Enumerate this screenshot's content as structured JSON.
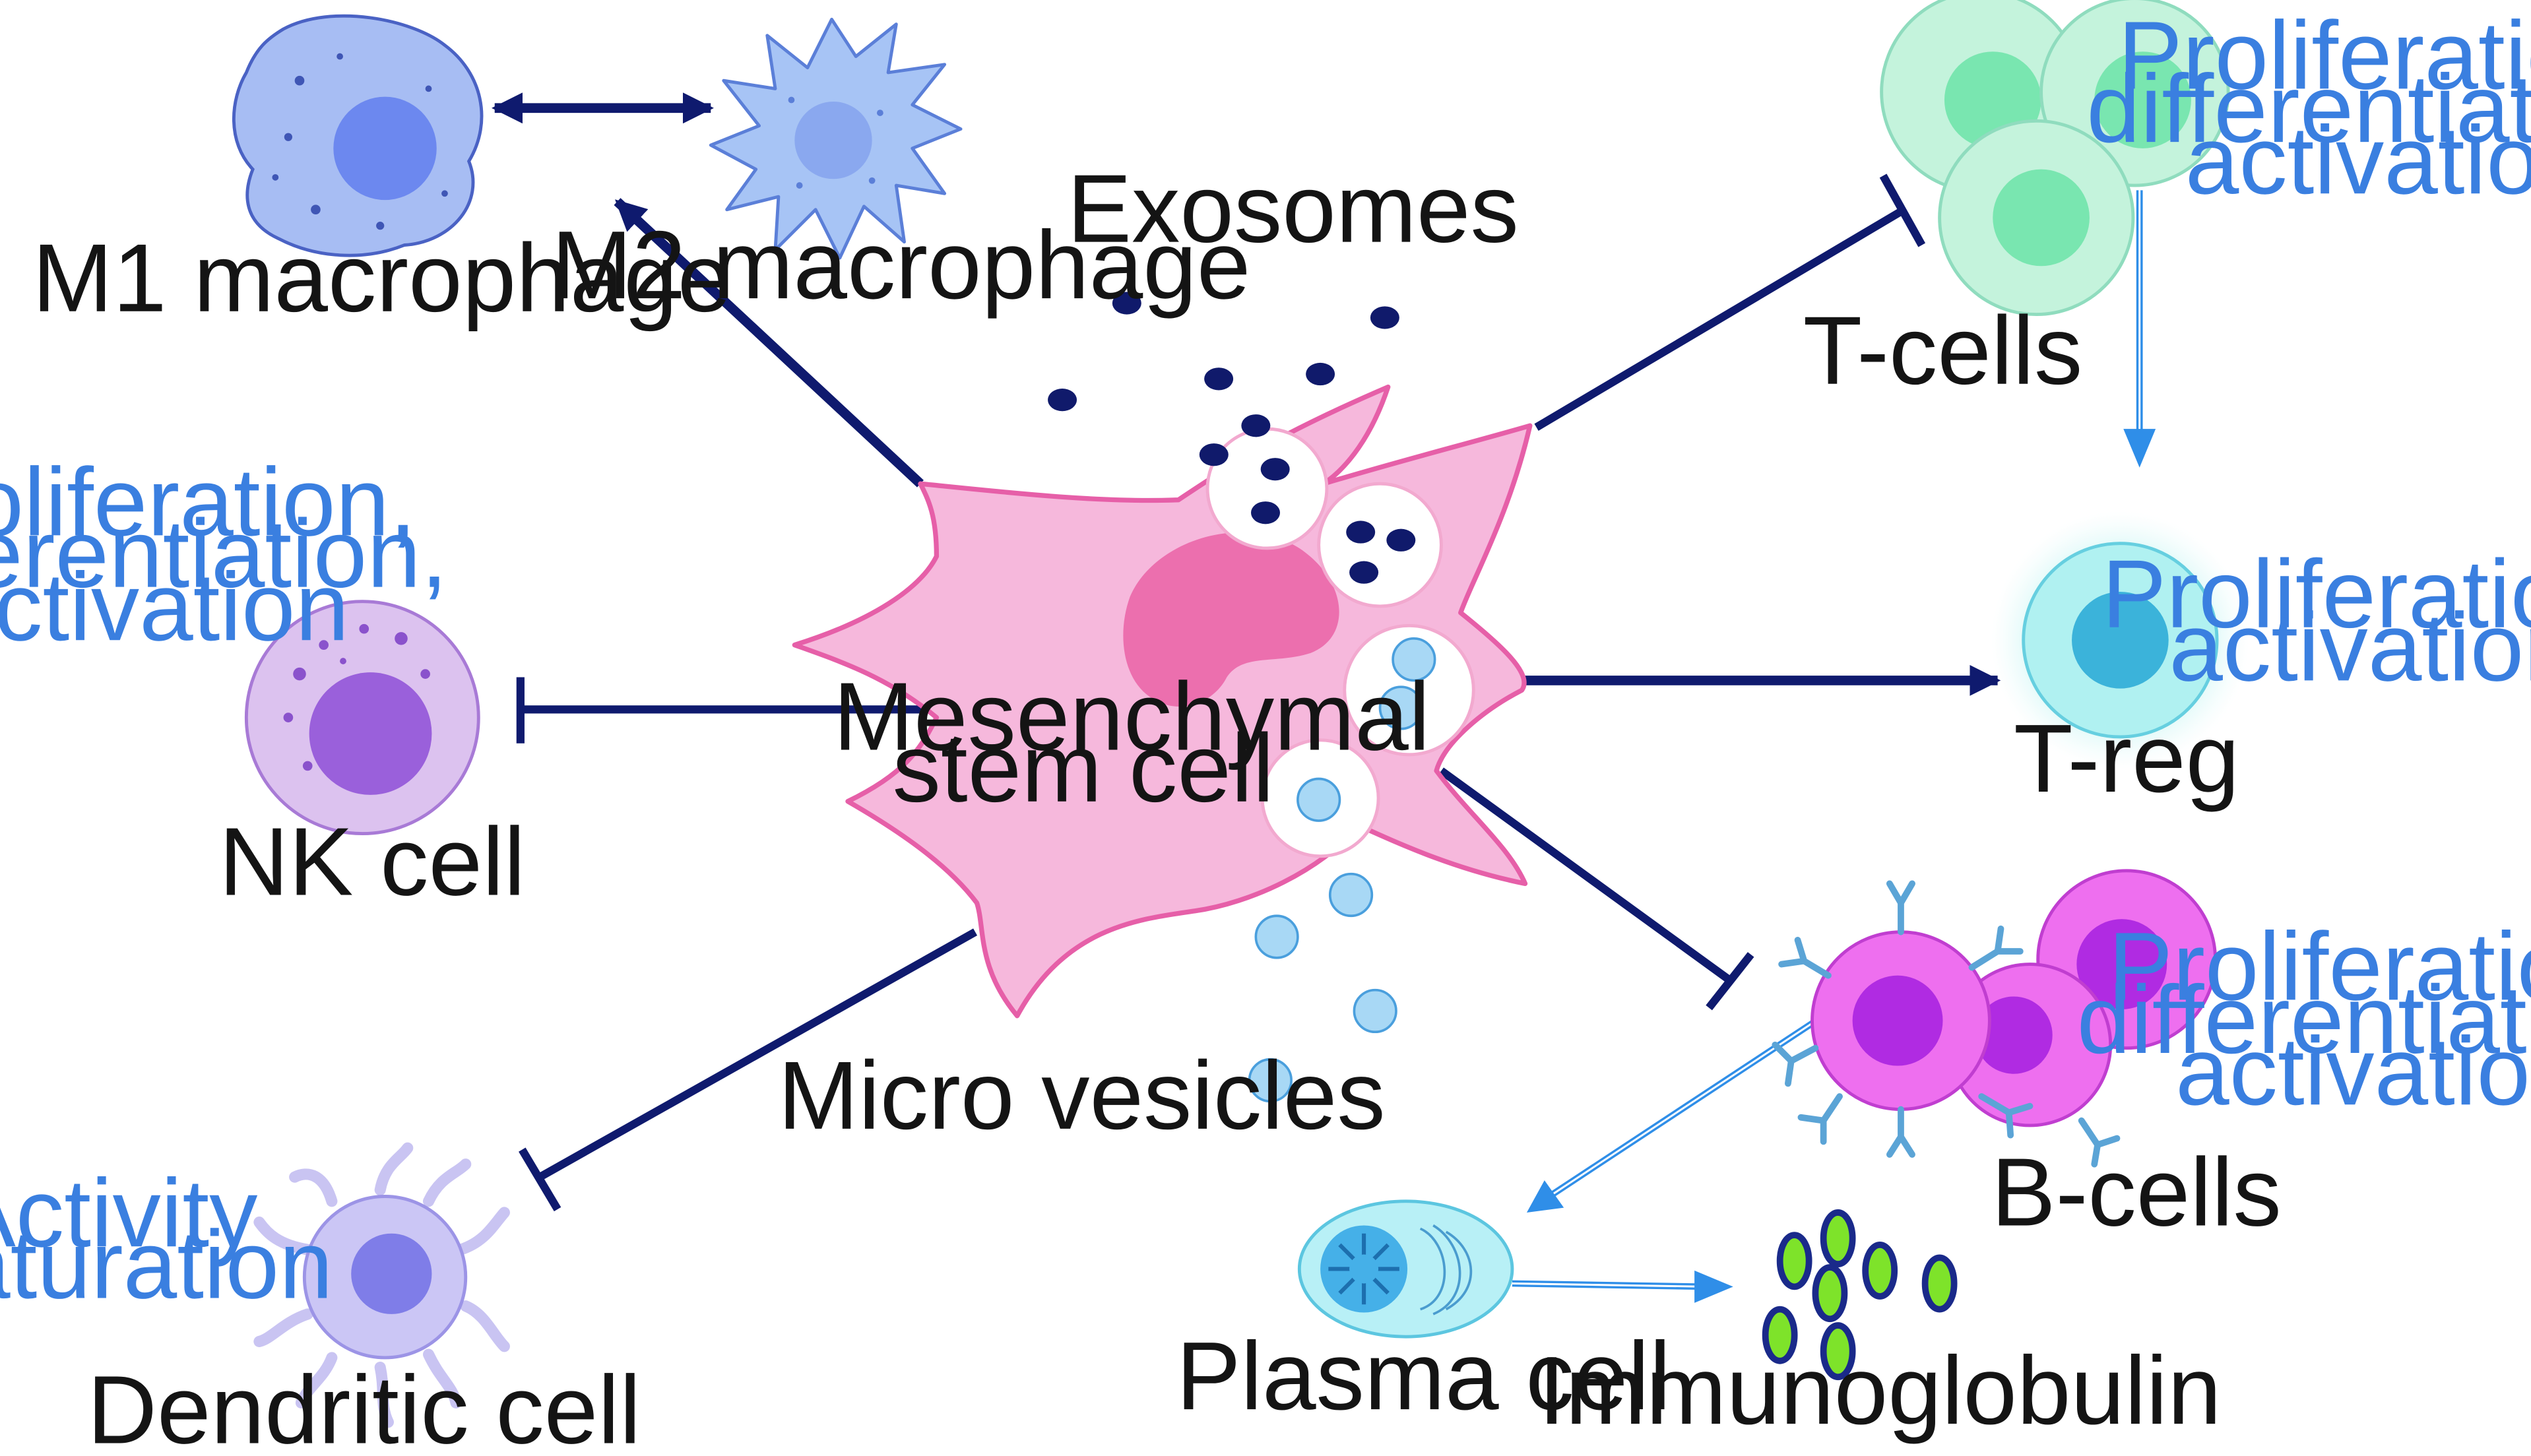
{
  "labels": {
    "m1_macrophage": "M1 macrophage",
    "m2_macrophage": "M2 macrophage",
    "exosomes": "Exosomes",
    "t_cells": "T-cells",
    "t_reg": "T-reg",
    "nk_cell": "NK cell",
    "msc_line1": "Mesenchymal",
    "msc_line2": "stem cell",
    "micro_vesicles": "Micro vesicles",
    "b_cells": "B-cells",
    "dendritic_cell": "Dendritic cell",
    "plasma_cell": "Plasma cell",
    "immunoglobulin": "Immunoglobulin"
  },
  "effects": {
    "t_cells": [
      "Proliferation,",
      "differentiation,",
      "activation"
    ],
    "t_reg": [
      "Proliferation,",
      "activation"
    ],
    "nk_cell": [
      "Proliferation,",
      "differentiation,",
      "activation"
    ],
    "b_cells": [
      "Proliferation,",
      "differentiation,",
      "activation"
    ],
    "dendritic_cell": [
      "Activity",
      "maturation"
    ]
  },
  "colors": {
    "arrow_dark": "#0f1a6e",
    "arrow_light": "#2f8ee8",
    "effect_text": "#3a7fe0",
    "msc_body": "#f6b8dc",
    "msc_nucleus": "#ec6fae"
  }
}
